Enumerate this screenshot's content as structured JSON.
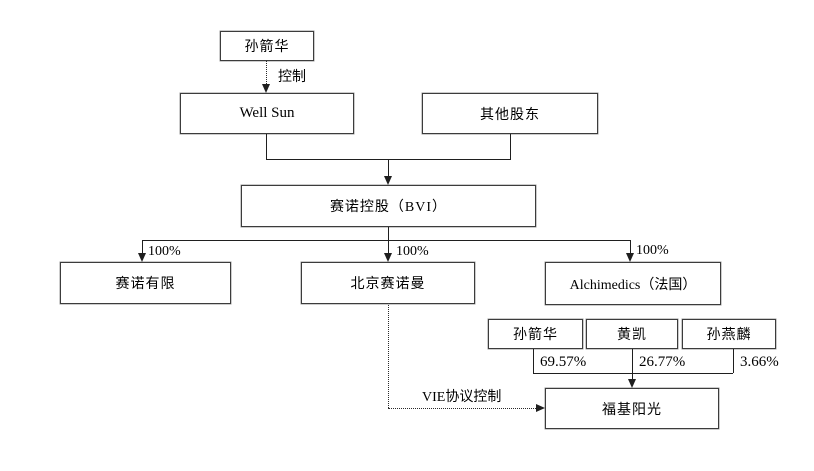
{
  "diagram": {
    "type": "equity-structure-flowchart",
    "background": "#ffffff",
    "line_color": "#1f1f1f",
    "border_color": "#3c3c3c",
    "text_color": "#000000",
    "nodes": {
      "sun_jianhua_top": {
        "label": "孙箭华"
      },
      "well_sun": {
        "label": "Well Sun"
      },
      "other_shareholders": {
        "label": "其他股东"
      },
      "sino_holdings_bvi": {
        "label": "赛诺控股（BVI）"
      },
      "sino_limited": {
        "label": "赛诺有限"
      },
      "beijing_sainuoman": {
        "label": "北京赛诺曼"
      },
      "alchimedics_france": {
        "label": "Alchimedics（法国）"
      },
      "sun_jianhua_lower": {
        "label": "孙箭华"
      },
      "huang_kai": {
        "label": "黄凯"
      },
      "sun_yanlin": {
        "label": "孙燕麟"
      },
      "fuji_sunshine": {
        "label": "福基阳光"
      }
    },
    "edge_labels": {
      "control": "控制",
      "pct_sino_limited": "100%",
      "pct_beijing_sainuoman": "100%",
      "pct_alchimedics": "100%",
      "pct_sun_jianhua_lower": "69.57%",
      "pct_huang_kai": "26.77%",
      "pct_sun_yanlin": "3.66%",
      "vie_control": "VIE协议控制"
    }
  }
}
